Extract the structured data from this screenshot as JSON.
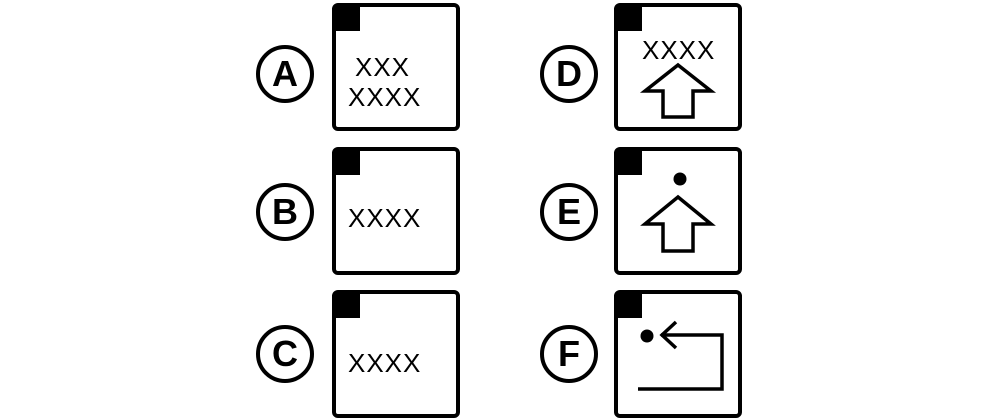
{
  "items": [
    {
      "letter": "A",
      "lines": [
        "XXX",
        "XXXX"
      ],
      "icon": "text-label"
    },
    {
      "letter": "B",
      "lines": [
        "XXXX"
      ],
      "icon": "text-label"
    },
    {
      "letter": "C",
      "lines": [
        "XXXX"
      ],
      "icon": "text-label"
    },
    {
      "letter": "D",
      "lines": [
        "XXXX"
      ],
      "icon": "up-arrow-icon"
    },
    {
      "letter": "E",
      "lines": [],
      "icon": "dot-up-arrow-icon"
    },
    {
      "letter": "F",
      "lines": [],
      "icon": "return-arrow-icon"
    }
  ],
  "colors": {
    "stroke": "#000000",
    "background": "#ffffff"
  }
}
